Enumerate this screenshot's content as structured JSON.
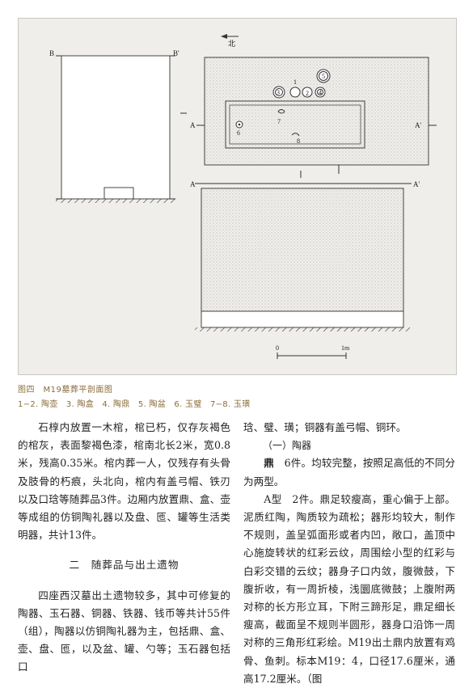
{
  "figure": {
    "labels": {
      "north": "北",
      "b": "B",
      "b_prime": "B'",
      "a": "A",
      "a_prime": "A'",
      "a2": "A",
      "a2_prime": "A'"
    },
    "items": [
      "1",
      "2",
      "3",
      "4",
      "5",
      "6",
      "7",
      "8"
    ],
    "scale": {
      "zero": "0",
      "one": "1m"
    }
  },
  "caption": {
    "title": "图四　M19墓葬平剖面图",
    "items": "1−2. 陶壶　3. 陶盒　4. 陶鼎　5. 陶盆　6. 玉璧　7−8. 玉璜"
  },
  "left_column": {
    "p1": "石椁内放置一木棺，棺已朽，仅存灰褐色的棺灰，表面黎褐色漆，棺南北长2米，宽0.8米，残高0.35米。棺内葬一人，仅残存有头骨及肢骨的朽痕，头北向，棺内有盖弓帽、铁刃以及口琀等随葬品3件。边厢内放置鼎、盒、壶等成组的仿铜陶礼器以及盘、匜、罐等生活类明器，共计13件。",
    "heading": "二　随葬品与出土遗物",
    "p2": "四座西汉墓出土遗物较多，其中可修复的陶器、玉石器、铜器、铁器、钱币等共计55件（组），陶器以仿铜陶礼器为主，包括鼎、盒、壶、盘、匜，以及盆、罐、勺等；玉石器包括口"
  },
  "right_column": {
    "p1": "琀、璧、璜；铜器有盖弓帽、铜环。",
    "sub_heading": "（一）陶器",
    "p2_word": "鼎",
    "p2_rest": "　6件。均较完整，按照足高低的不同分为两型。",
    "p3": "A型　2件。鼎足较瘦高，重心偏于上部。泥质红陶，陶质较为疏松；器形均较大，制作不规则，盖呈弧面形或者内凹，敞口，盖顶中心施旋转状的红彩云纹，周围绘小型的红彩与白彩交错的云纹；器身子口内敛，腹微鼓，下腹折收，有一周折棱，浅圜底微鼓；上腹附两对称的长方形立耳，下附三蹄形足，鼎足细长瘦高，截面呈不规则半圆形，器身口沿饰一周对称的三角形红彩绘。M19出土鼎内放置有鸡骨、鱼刺。标本M19：4，口径17.6厘米，通高17.2厘米。（图"
  }
}
